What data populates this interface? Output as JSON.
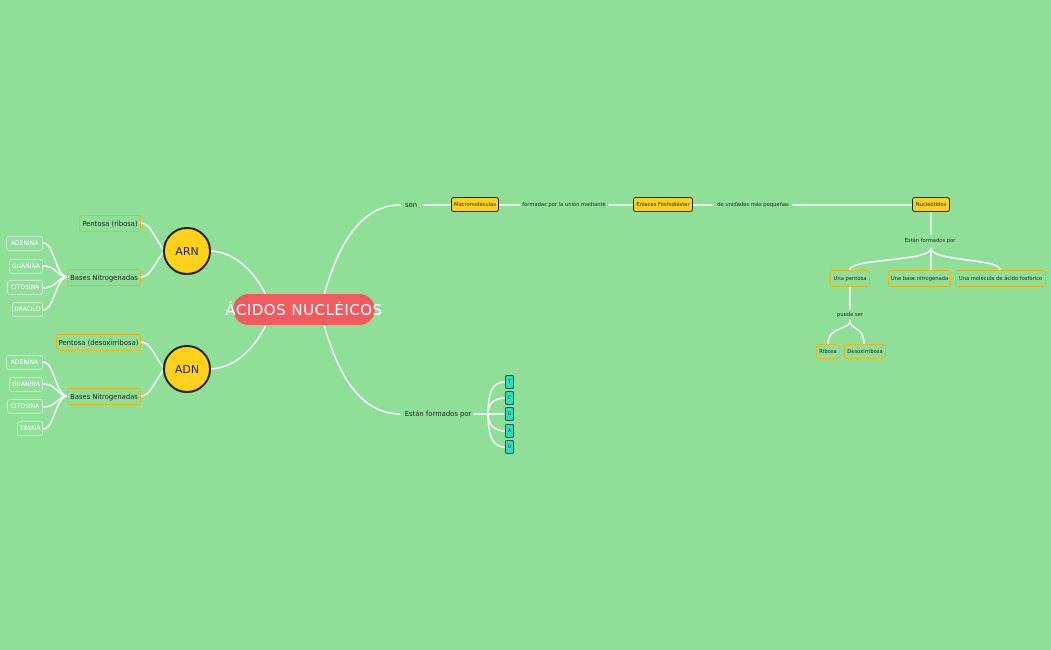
{
  "central": "ÁCIDOS NUCLÉICOS",
  "left": {
    "arn": {
      "label": "ARN",
      "pentosa": "Pentosa (ribosa)",
      "bases": "Bases Nitrogenadas",
      "bases_items": [
        "ADENINA",
        "GUANINA",
        "CITOSINA",
        "URACILO"
      ]
    },
    "adn": {
      "label": "ADN",
      "pentosa": "Pentosa (desoxirribosa)",
      "bases": "Bases Nitrogenadas",
      "bases_items": [
        "ADENINA",
        "GUANINA",
        "CITOSINA",
        "TIMINA"
      ]
    }
  },
  "right": {
    "son": "son",
    "macromoleculas": "Macromoléculas",
    "link1": "formadas por la unión mediante",
    "enlaces": "Enlaces Fosfodiéster",
    "link2": "de unidades más pequeñas",
    "nucleotidos": "Nucleótidos",
    "link3": "Están formados por",
    "components": [
      "Una pentosa",
      "Una base nitrogenada",
      "Una molécula de ácido fosfórico"
    ],
    "link4": "puede ser",
    "sugars": [
      "Ribosa",
      "Desoxirribosa"
    ],
    "estan": "Están formados por",
    "letters": [
      "T",
      "C",
      "G",
      "A",
      "U"
    ]
  }
}
